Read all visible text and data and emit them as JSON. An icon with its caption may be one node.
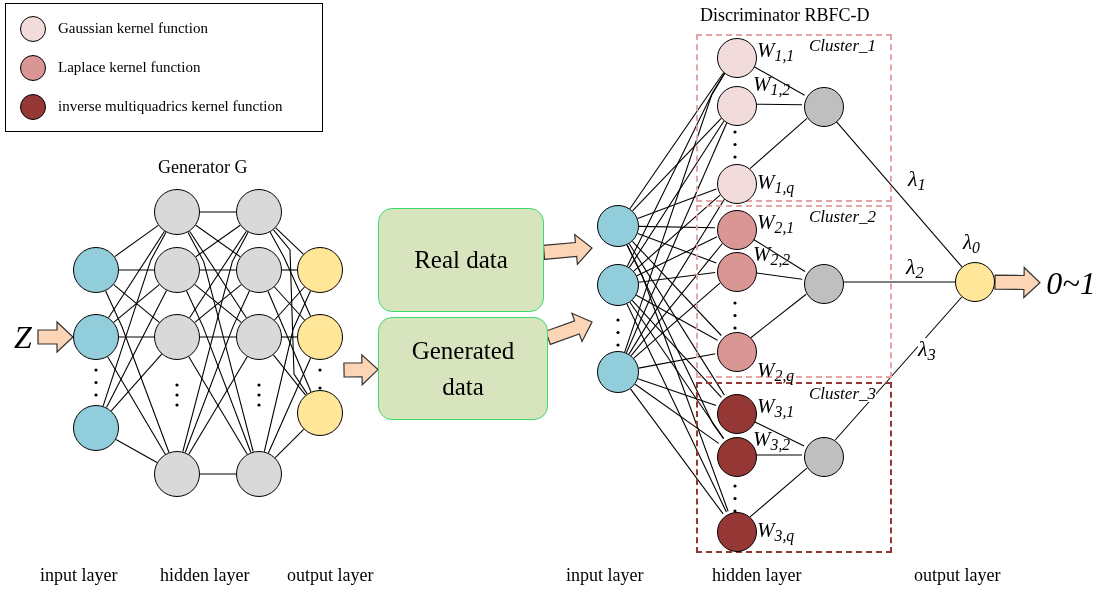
{
  "diagram": {
    "nodes": [
      {
        "text": [
          "Z"
        ]
      },
      {
        "text": [],
        "shape": "circle"
      },
      {
        "text": [],
        "shape": "circle"
      },
      {
        "text": [],
        "shape": "circle"
      },
      {
        "text": [],
        "shape": "circle"
      },
      {
        "text": [],
        "shape": "circle"
      },
      {
        "text": [],
        "shape": "circle"
      },
      {
        "text": [],
        "shape": "circle"
      },
      {
        "text": [],
        "shape": "circle"
      },
      {
        "text": [],
        "shape": "circle"
      },
      {
        "text": [],
        "shape": "circle"
      },
      {
        "text": [],
        "shape": "circle"
      },
      {
        "text": [],
        "shape": "circle"
      },
      {
        "text": [],
        "shape": "circle"
      },
      {
        "text": [],
        "shape": "circle"
      },
      {
        "text": [
          "Real data"
        ]
      },
      {
        "text": [
          "Generated data"
        ]
      },
      {
        "text": [],
        "shape": "circle"
      },
      {
        "text": [],
        "shape": "circle"
      },
      {
        "text": [],
        "shape": "circle"
      },
      {
        "text": [
          "Cluster_1"
        ]
      },
      {
        "text": [],
        "shape": "circle",
        "in": 20,
        "beside": [
          "W$_{1,1}$"
        ]
      },
      {
        "text": [],
        "shape": "circle",
        "in": 20,
        "beside": [
          "W$_{1,2}$"
        ]
      },
      {
        "text": [],
        "shape": "circle",
        "in": 20,
        "beside": [
          "W$_{1,q}$"
        ]
      },
      {
        "text": [],
        "shape": "circle",
        "in": 20
      },
      {
        "text": [
          "Cluster_2"
        ]
      },
      {
        "text": [],
        "shape": "circle",
        "in": 25,
        "beside": [
          "W$_{2,1}$"
        ]
      },
      {
        "text": [],
        "shape": "circle",
        "in": 25,
        "beside": [
          "W$_{2,2}$"
        ]
      },
      {
        "text": [],
        "shape": "circle",
        "in": 25,
        "beside": [
          "W$_{2,q}$"
        ]
      },
      {
        "text": [],
        "shape": "circle",
        "in": 25
      },
      {
        "text": [
          "Cluster_3"
        ]
      },
      {
        "text": [],
        "shape": "circle",
        "in": 30,
        "beside": [
          "W$_{3,1}$"
        ]
      },
      {
        "text": [],
        "shape": "circle",
        "in": 30,
        "beside": [
          "W$_{3,2}$"
        ]
      },
      {
        "text": [],
        "shape": "circle",
        "in": 30,
        "beside": [
          "W$_{3,q}$"
        ]
      },
      {
        "text": [],
        "shape": "circle",
        "in": 30
      },
      {
        "text": [],
        "shape": "circle",
        "beside": [
          "λ$_{0}$"
        ]
      },
      {
        "text": [
          "0~1"
        ]
      }
    ],
    "edges": [
      {
        "from": 0,
        "to": 2,
        "arrow": "to",
        "style": "thick"
      },
      {
        "from": 1,
        "to": 4,
        "arrow": "none"
      },
      {
        "from": 1,
        "to": 5,
        "arrow": "none"
      },
      {
        "from": 1,
        "to": 6,
        "arrow": "none"
      },
      {
        "from": 1,
        "to": 7,
        "arrow": "none"
      },
      {
        "from": 2,
        "to": 4,
        "arrow": "none"
      },
      {
        "from": 2,
        "to": 5,
        "arrow": "none"
      },
      {
        "from": 2,
        "to": 6,
        "arrow": "none"
      },
      {
        "from": 2,
        "to": 7,
        "arrow": "none"
      },
      {
        "from": 3,
        "to": 4,
        "arrow": "none"
      },
      {
        "from": 3,
        "to": 5,
        "arrow": "none"
      },
      {
        "from": 3,
        "to": 6,
        "arrow": "none"
      },
      {
        "from": 3,
        "to": 7,
        "arrow": "none"
      },
      {
        "from": 4,
        "to": 8,
        "arrow": "none"
      },
      {
        "from": 4,
        "to": 9,
        "arrow": "none"
      },
      {
        "from": 4,
        "to": 10,
        "arrow": "none"
      },
      {
        "from": 4,
        "to": 11,
        "arrow": "none"
      },
      {
        "from": 5,
        "to": 8,
        "arrow": "none"
      },
      {
        "from": 5,
        "to": 9,
        "arrow": "none"
      },
      {
        "from": 5,
        "to": 10,
        "arrow": "none"
      },
      {
        "from": 5,
        "to": 11,
        "arrow": "none"
      },
      {
        "from": 6,
        "to": 8,
        "arrow": "none"
      },
      {
        "from": 6,
        "to": 9,
        "arrow": "none"
      },
      {
        "from": 6,
        "to": 10,
        "arrow": "none"
      },
      {
        "from": 6,
        "to": 11,
        "arrow": "none"
      },
      {
        "from": 7,
        "to": 8,
        "arrow": "none"
      },
      {
        "from": 7,
        "to": 9,
        "arrow": "none"
      },
      {
        "from": 7,
        "to": 10,
        "arrow": "none"
      },
      {
        "from": 7,
        "to": 11,
        "arrow": "none"
      },
      {
        "from": 8,
        "to": 12,
        "arrow": "none"
      },
      {
        "from": 8,
        "to": 13,
        "arrow": "none"
      },
      {
        "from": 8,
        "to": 14,
        "arrow": "none"
      },
      {
        "from": 9,
        "to": 12,
        "arrow": "none"
      },
      {
        "from": 9,
        "to": 13,
        "arrow": "none"
      },
      {
        "from": 9,
        "to": 14,
        "arrow": "none"
      },
      {
        "from": 10,
        "to": 12,
        "arrow": "none"
      },
      {
        "from": 10,
        "to": 13,
        "arrow": "none"
      },
      {
        "from": 10,
        "to": 14,
        "arrow": "none"
      },
      {
        "from": 11,
        "to": 12,
        "arrow": "none"
      },
      {
        "from": 11,
        "to": 13,
        "arrow": "none"
      },
      {
        "from": 11,
        "to": 14,
        "arrow": "none"
      },
      {
        "from": null,
        "to": 16,
        "arrow": "to",
        "style": "thick"
      },
      {
        "from": 15,
        "to": null,
        "arrow": "to",
        "style": "thick"
      },
      {
        "from": 16,
        "to": null,
        "arrow": "to",
        "style": "thick"
      },
      {
        "from": 17,
        "to": 21,
        "arrow": "none"
      },
      {
        "from": 17,
        "to": 22,
        "arrow": "none"
      },
      {
        "from": 17,
        "to": 23,
        "arrow": "none"
      },
      {
        "from": 17,
        "to": 26,
        "arrow": "none"
      },
      {
        "from": 17,
        "to": 27,
        "arrow": "none"
      },
      {
        "from": 17,
        "to": 28,
        "arrow": "none"
      },
      {
        "from": 17,
        "to": 31,
        "arrow": "none"
      },
      {
        "from": 17,
        "to": 32,
        "arrow": "none"
      },
      {
        "from": 17,
        "to": 33,
        "arrow": "none"
      },
      {
        "from": 18,
        "to": 21,
        "arrow": "none"
      },
      {
        "from": 18,
        "to": 22,
        "arrow": "none"
      },
      {
        "from": 18,
        "to": 23,
        "arrow": "none"
      },
      {
        "from": 18,
        "to": 26,
        "arrow": "none"
      },
      {
        "from": 18,
        "to": 27,
        "arrow": "none"
      },
      {
        "from": 18,
        "to": 28,
        "arrow": "none"
      },
      {
        "from": 18,
        "to": 31,
        "arrow": "none"
      },
      {
        "from": 18,
        "to": 32,
        "arrow": "none"
      },
      {
        "from": 18,
        "to": 33,
        "arrow": "none"
      },
      {
        "from": 19,
        "to": 21,
        "arrow": "none"
      },
      {
        "from": 19,
        "to": 22,
        "arrow": "none"
      },
      {
        "from": 19,
        "to": 23,
        "arrow": "none"
      },
      {
        "from": 19,
        "to": 26,
        "arrow": "none"
      },
      {
        "from": 19,
        "to": 27,
        "arrow": "none"
      },
      {
        "from": 19,
        "to": 28,
        "arrow": "none"
      },
      {
        "from": 19,
        "to": 31,
        "arrow": "none"
      },
      {
        "from": 19,
        "to": 32,
        "arrow": "none"
      },
      {
        "from": 19,
        "to": 33,
        "arrow": "none"
      },
      {
        "from": 21,
        "to": 24,
        "arrow": "none"
      },
      {
        "from": 22,
        "to": 24,
        "arrow": "none"
      },
      {
        "from": 23,
        "to": 24,
        "arrow": "none"
      },
      {
        "from": 26,
        "to": 29,
        "arrow": "none"
      },
      {
        "from": 27,
        "to": 29,
        "arrow": "none"
      },
      {
        "from": 28,
        "to": 29,
        "arrow": "none"
      },
      {
        "from": 31,
        "to": 34,
        "arrow": "none"
      },
      {
        "from": 32,
        "to": 34,
        "arrow": "none"
      },
      {
        "from": 33,
        "to": 34,
        "arrow": "none"
      },
      {
        "from": 24,
        "to": 35,
        "arrow": "none",
        "label": "λ$_{1}$"
      },
      {
        "from": 29,
        "to": 35,
        "arrow": "none",
        "label": "λ$_{2}$"
      },
      {
        "from": 34,
        "to": 35,
        "arrow": "none",
        "label": "λ$_{3}$"
      },
      {
        "from": 35,
        "to": 36,
        "arrow": "to",
        "style": "thick"
      }
    ],
    "labels": [
      "Discriminator RBFC-D",
      "Generator G",
      "input layer",
      "hidden layer",
      "output layer",
      "input layer",
      "hidden layer",
      "output layer"
    ],
    "legend": [
      {
        "text": "Gaussian kernel function",
        "color": "#f2dcdb"
      },
      {
        "text": "Laplace kernel function",
        "color": "#d99694"
      },
      {
        "text": "inverse multiquadrics kernel function",
        "color": "#953735"
      }
    ]
  }
}
